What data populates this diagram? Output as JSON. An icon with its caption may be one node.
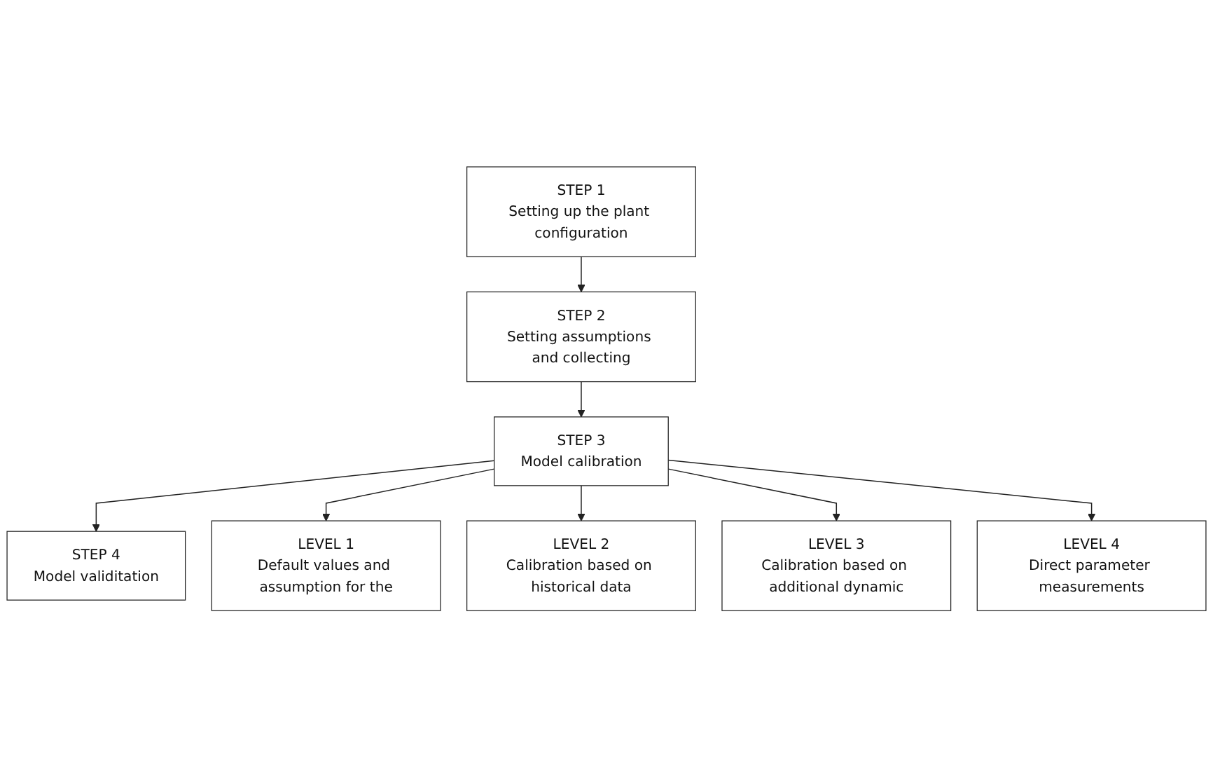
{
  "diagram": {
    "nodes": [
      {
        "text": [
          "STEP 1",
          "Setting up the plant configuration"
        ]
      },
      {
        "text": [
          "STEP 2",
          "Setting assumptions and collecting"
        ]
      },
      {
        "text": [
          "STEP 3",
          "Model calibration"
        ]
      },
      {
        "text": [
          "STEP 4",
          "Model validitation"
        ]
      },
      {
        "text": [
          "LEVEL 1",
          "Default values and assumption for the"
        ]
      },
      {
        "text": [
          "LEVEL 2",
          "Calibration based on historical data"
        ]
      },
      {
        "text": [
          "LEVEL 3",
          "Calibration based on additional dynamic"
        ]
      },
      {
        "text": [
          "LEVEL 4",
          "Direct parameter measurements"
        ]
      }
    ],
    "edges": [
      {
        "from": 0,
        "to": 1,
        "arrow": "to"
      },
      {
        "from": 1,
        "to": 2,
        "arrow": "to"
      },
      {
        "from": 2,
        "to": 3,
        "arrow": "to"
      },
      {
        "from": 2,
        "to": 4,
        "arrow": "to"
      },
      {
        "from": 2,
        "to": 5,
        "arrow": "to"
      },
      {
        "from": 2,
        "to": 6,
        "arrow": "to"
      },
      {
        "from": 2,
        "to": 7,
        "arrow": "to"
      }
    ]
  }
}
